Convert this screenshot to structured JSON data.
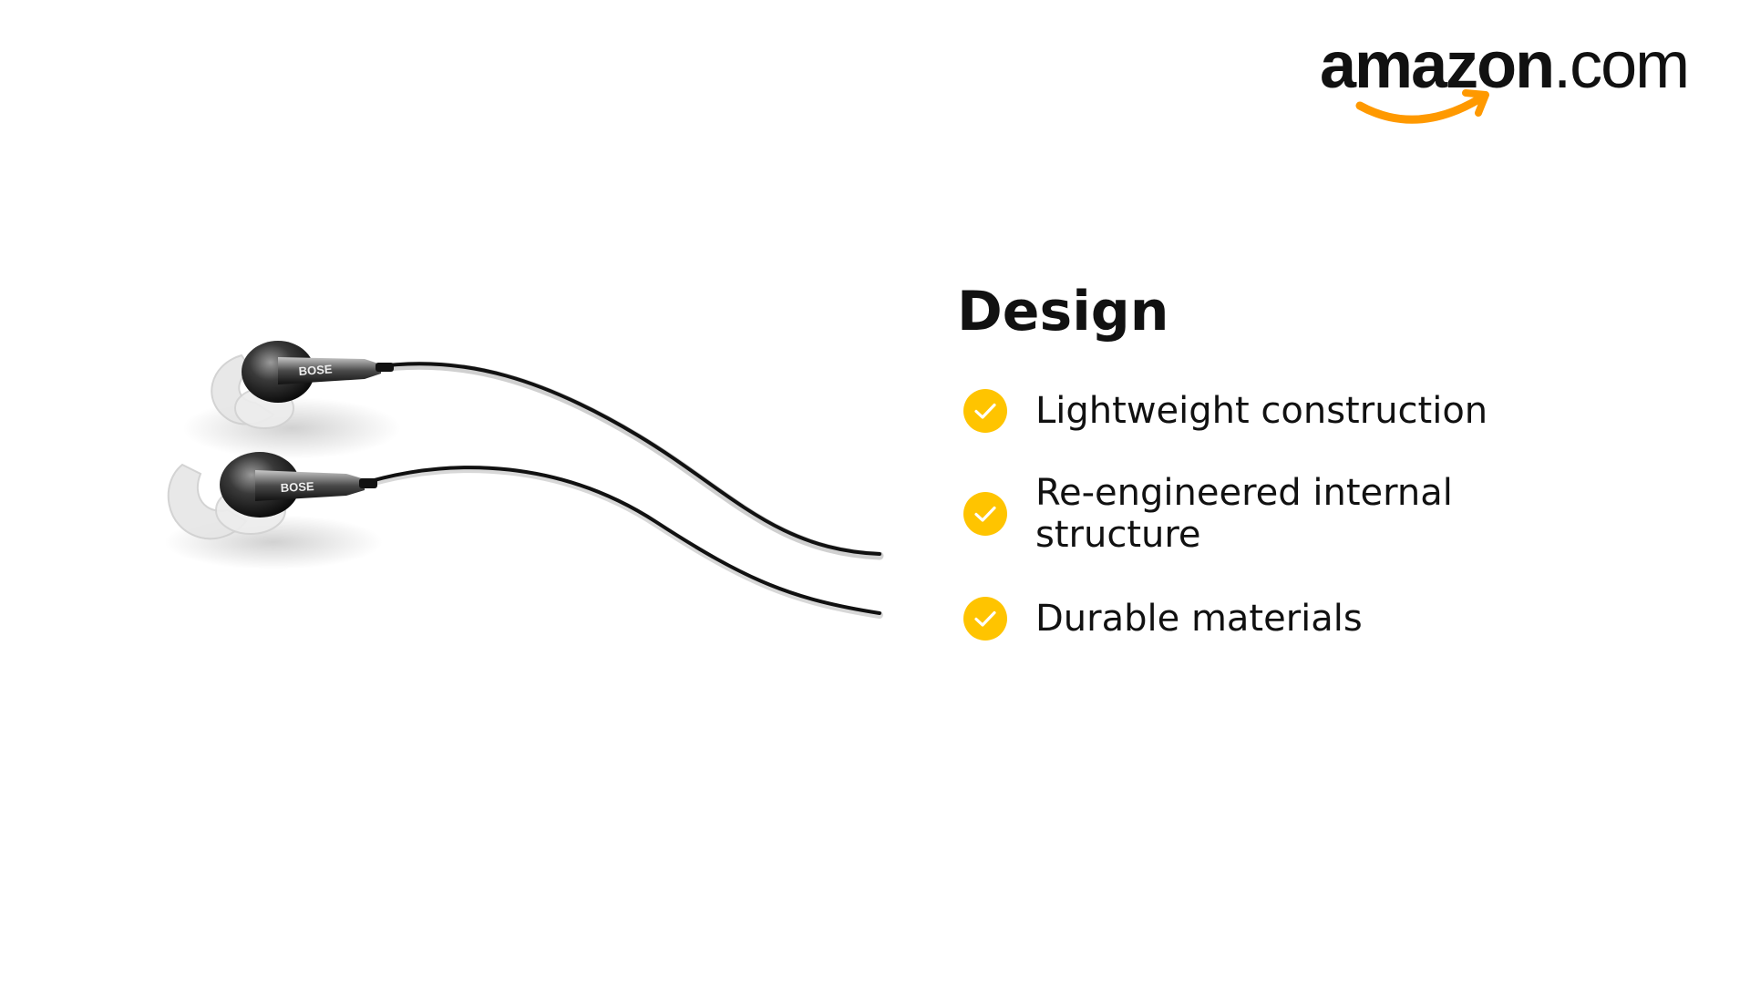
{
  "brand": {
    "logo_name": "amazon",
    "logo_suffix": ".com",
    "smile_color": "#FF9900"
  },
  "section": {
    "title": "Design"
  },
  "features": [
    {
      "label": "Lightweight construction",
      "icon": "check-circle-icon"
    },
    {
      "label": "Re-engineered internal structure",
      "icon": "check-circle-icon"
    },
    {
      "label": "Durable materials",
      "icon": "check-circle-icon"
    }
  ],
  "product_image": {
    "subject": "in-ear earbuds with clear ear tips and black cables",
    "brand_mark": "BOSE"
  },
  "colors": {
    "accent": "#FFC400",
    "text": "#111111",
    "background": "#FFFFFF"
  }
}
